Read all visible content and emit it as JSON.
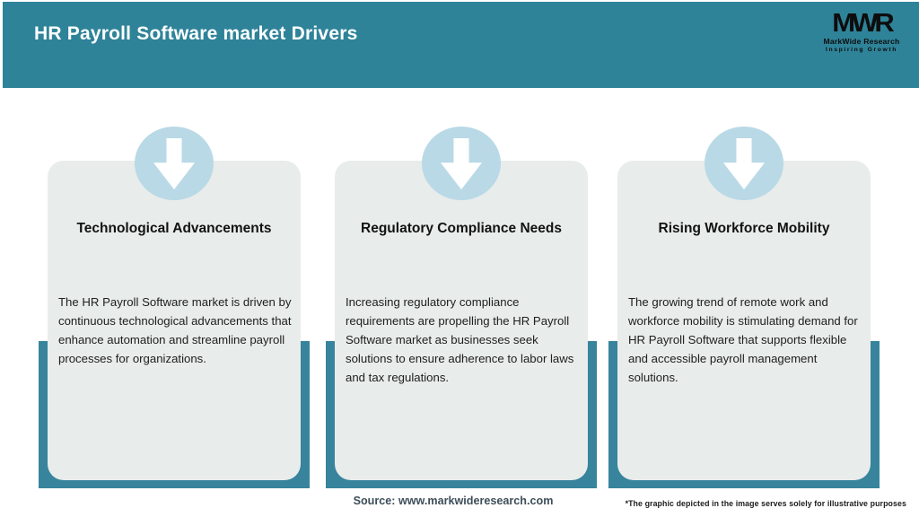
{
  "header": {
    "title": "HR Payroll Software market Drivers"
  },
  "logo": {
    "mark": "MWR",
    "name": "MarkWide Research",
    "tagline": "Inspiring Growth"
  },
  "cards": [
    {
      "title": "Technological Advancements",
      "body": "The HR Payroll Software market is driven by continuous technological advancements that enhance automation and streamline payroll processes for organizations."
    },
    {
      "title": "Regulatory Compliance Needs",
      "body": "Increasing regulatory compliance requirements are propelling the HR Payroll Software market as businesses seek solutions to ensure adherence to labor laws and tax regulations."
    },
    {
      "title": "Rising Workforce Mobility",
      "body": "The growing trend of remote work and workforce mobility is stimulating demand for HR Payroll Software that supports flexible and accessible payroll management solutions."
    }
  ],
  "footer": {
    "source": "Source: www.markwideresearch.com",
    "disclaimer": "*The graphic depicted in the image serves solely for illustrative purposes"
  },
  "colors": {
    "header_teal": "#2e8399",
    "band_teal": "#37849c",
    "circle_blue": "#b9d9e6",
    "card_gray": "#e8eceb",
    "source_text": "#3d4e59"
  }
}
